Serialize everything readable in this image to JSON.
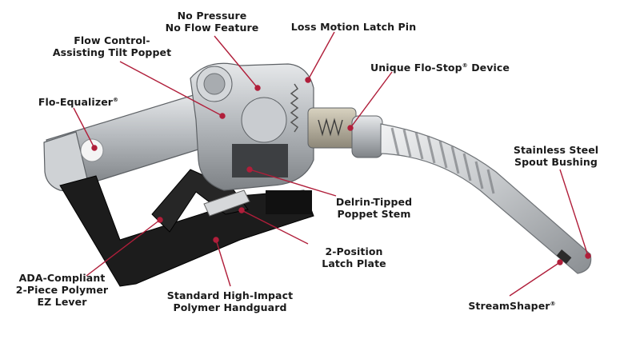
{
  "colors": {
    "leader": "#b01e3a",
    "label_text": "#1a1a1a",
    "handguard": "#1c1c1c",
    "metal": "#b9bcc0",
    "spout": "#c7c9cc"
  },
  "labels": {
    "no_pressure": {
      "line1": "No Pressure",
      "line2": "No Flow Feature"
    },
    "latch_pin": {
      "line1": "Loss Motion Latch Pin"
    },
    "flow_control": {
      "line1": "Flow Control-",
      "line2": "Assisting Tilt Poppet"
    },
    "flo_stop": {
      "line1": "Unique Flo-Stop",
      "reg": "®",
      "suffix": " Device"
    },
    "flo_equalizer": {
      "line1": "Flo-Equalizer",
      "reg": "®"
    },
    "spout_bushing": {
      "line1": "Stainless Steel",
      "line2": "Spout Bushing"
    },
    "delrin": {
      "line1": "Delrin-Tipped",
      "line2": "Poppet Stem"
    },
    "latch_plate": {
      "line1": "2-Position",
      "line2": "Latch Plate"
    },
    "ada": {
      "line1": "ADA-Compliant",
      "line2": "2-Piece Polymer",
      "line3": "EZ Lever"
    },
    "handguard": {
      "line1": "Standard High-Impact",
      "line2": "Polymer Handguard"
    },
    "streamshaper": {
      "line1": "StreamShaper",
      "reg": "®"
    }
  }
}
